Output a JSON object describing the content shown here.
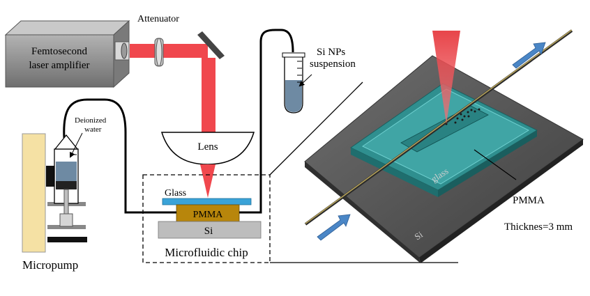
{
  "labels": {
    "laser": [
      "Femtosecond",
      "laser amplifier"
    ],
    "attenuator": "Attenuator",
    "si_nps": [
      "Si NPs",
      "suspension"
    ],
    "lens": "Lens",
    "deionized": [
      "Deionized",
      "water"
    ],
    "glass_left": "Glass",
    "pmma_left": "PMMA",
    "si_left": "Si",
    "microfluidic_chip": "Microfluidic chip",
    "micropump": "Micropump",
    "glass_right": "glass",
    "si_right": "Si",
    "pmma_right": "PMMA",
    "thickness": "Thicknes=3 mm"
  },
  "colors": {
    "beam": "#f0474d",
    "laser_box": "#8e8e8e",
    "glass": "#3aa3d8",
    "pmma": "#b8860b",
    "si": "#bdbdbd",
    "chip_teal": "#3a9a9a",
    "arrow": "#4a86c6",
    "pump_frame": "#f5e1a4"
  }
}
